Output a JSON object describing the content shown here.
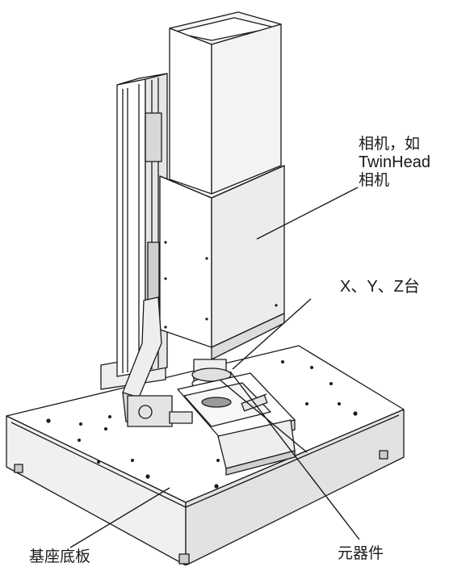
{
  "labels": {
    "camera_line1": "相机，如",
    "camera_line2": "TwinHead",
    "camera_line3": "相机",
    "xyz_stage": "X、Y、Z台",
    "component": "元器件",
    "base_plate": "基座底板"
  },
  "colors": {
    "stroke": "#1a1a1a",
    "fill_light": "#ffffff",
    "fill_shade": "#e9e9e9",
    "fill_dark": "#cfcfcf"
  }
}
